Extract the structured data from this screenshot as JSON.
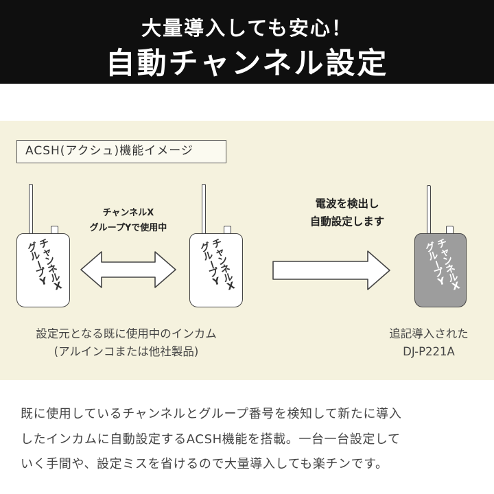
{
  "header": {
    "subtitle": "大量導入しても安心！",
    "title": "自動チャンネル設定"
  },
  "diagram": {
    "label": "ACSH(アクシュ)機能イメージ",
    "radio_text": {
      "col1": [
        "チ",
        "ャ",
        "ン",
        "ネ",
        "ル",
        "X"
      ],
      "col2": [
        "グ",
        "ル",
        "ー",
        "プ",
        "Y"
      ]
    },
    "pair_caption": [
      "チャンネルX",
      "グループYで使用中"
    ],
    "detect_caption": [
      "電波を検出し",
      "自動設定します"
    ],
    "left_caption": [
      "設定元となる既に使用中のインカム",
      "(アルインコまたは他社製品)"
    ],
    "right_caption": [
      "追記導入された",
      "DJ-P221A"
    ]
  },
  "description": [
    "既に使用しているチャンネルとグループ番号を検知して新たに導入",
    "したインカムに自動設定するACSH機能を搭載。一台一台設定して",
    "いく手間や、設定ミスを省けるので大量導入しても楽チンです。"
  ],
  "colors": {
    "header_bg": "#0f0f0f",
    "panel_bg": "#f5f2de",
    "new_radio": "#9d9d9d"
  }
}
